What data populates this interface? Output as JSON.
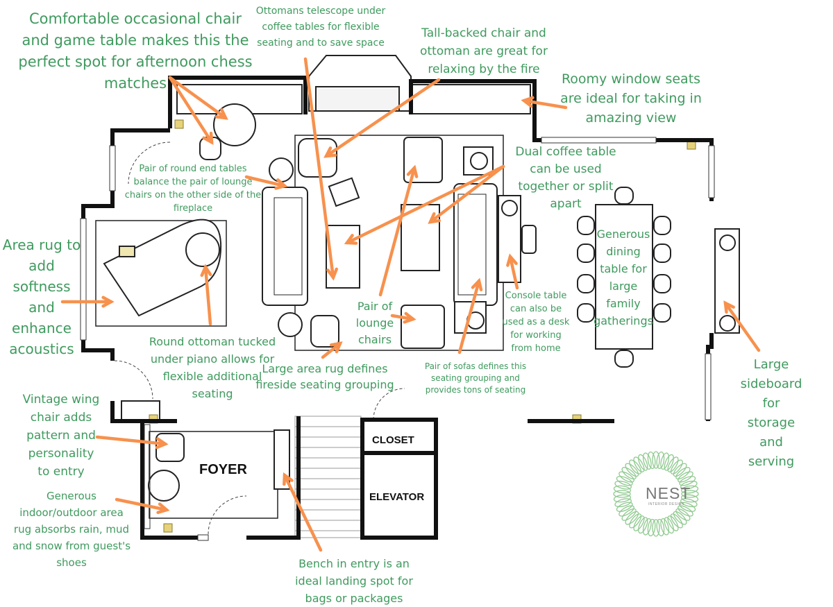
{
  "colors": {
    "annotation_text": "#3f9a5e",
    "arrow": "#f7914d",
    "wall": "#111111",
    "logo_ring": "#8fc98f"
  },
  "rooms": {
    "foyer": "FOYER",
    "closet": "CLOSET",
    "elevator": "ELEVATOR"
  },
  "logo": {
    "name": "NEST",
    "subtitle": "INTERIOR DESIGN"
  },
  "annotations": [
    {
      "id": "chess",
      "text": "Comfortable occasional chair\nand game table makes this the\nperfect spot for afternoon chess\nmatches"
    },
    {
      "id": "ottomans",
      "text": "Ottomans telescope under\ncoffee tables for flexible\nseating and to save space"
    },
    {
      "id": "tall-chair",
      "text": "Tall-backed chair and\nottoman are great for\nrelaxing by the fire"
    },
    {
      "id": "window-seats",
      "text": "Roomy window seats\nare ideal for taking in\namazing view"
    },
    {
      "id": "end-tables",
      "text": "Pair of round end tables\nbalance the pair of lounge\nchairs on the other side of the\nfireplace"
    },
    {
      "id": "coffee-table",
      "text": "Dual coffee table\ncan be used\ntogether or split\napart"
    },
    {
      "id": "area-rug",
      "text": "Area rug to\nadd\nsoftness\nand\nenhance\nacoustics"
    },
    {
      "id": "dining",
      "text": "Generous\ndining\ntable for\nlarge\nfamily\ngatherings"
    },
    {
      "id": "lounge-chairs",
      "text": "Pair of\nlounge\nchairs"
    },
    {
      "id": "console",
      "text": "Console table\ncan also be\nused as a desk\nfor working\nfrom home"
    },
    {
      "id": "round-ottoman",
      "text": "Round ottoman tucked\nunder piano allows for\nflexible additional\nseating"
    },
    {
      "id": "large-rug",
      "text": "Large area rug defines\nfireside seating grouping"
    },
    {
      "id": "sofas",
      "text": "Pair of sofas defines this\nseating grouping and\nprovides tons of seating"
    },
    {
      "id": "sideboard",
      "text": "Large sideboard\nfor storage and\nserving"
    },
    {
      "id": "wing-chair",
      "text": "Vintage wing\nchair adds\npattern and\npersonality\nto entry"
    },
    {
      "id": "entry-rug",
      "text": "Generous\nindoor/outdoor area\nrug absorbs rain, mud\nand snow from guest's\nshoes"
    },
    {
      "id": "bench",
      "text": "Bench in entry is an\nideal landing spot for\nbags or packages"
    }
  ]
}
